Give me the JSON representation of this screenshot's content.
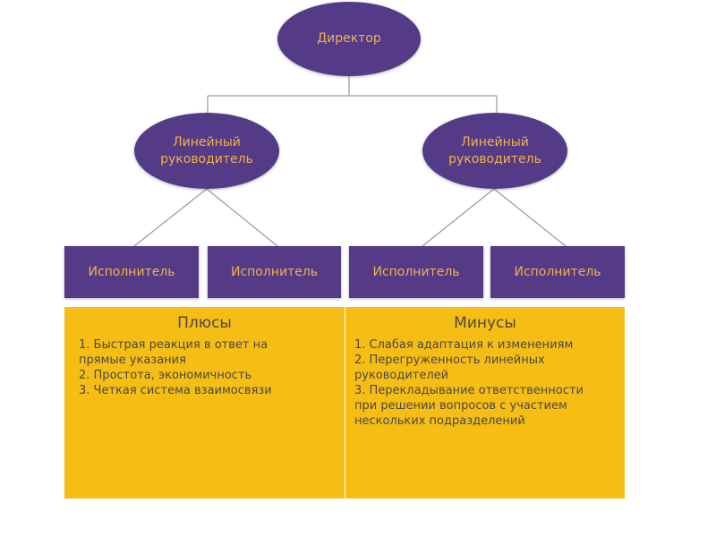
{
  "director": "Директор",
  "managers": [
    "Линейный руководитель",
    "Линейный руководитель"
  ],
  "executors": [
    "Исполнитель",
    "Исполнитель",
    "Исполнитель",
    "Исполнитель"
  ],
  "pros": {
    "title": "Плюсы",
    "items": [
      "1. Быстрая реакция в ответ на\nпрямые указания",
      "2. Простота, экономичность",
      "3. Четкая система взаимосвязи"
    ]
  },
  "cons": {
    "title": "Минусы",
    "items": [
      "1. Слабая адаптация к изменениям",
      "2. Перегруженность линейных\nруководителей",
      "3. Перекладывание ответственности\nпри решении вопросов с участием\nнескольких подразделений"
    ]
  },
  "colors": {
    "node": "#553a87",
    "node_text": "#f0b24a",
    "panel": "#f6bd14"
  }
}
